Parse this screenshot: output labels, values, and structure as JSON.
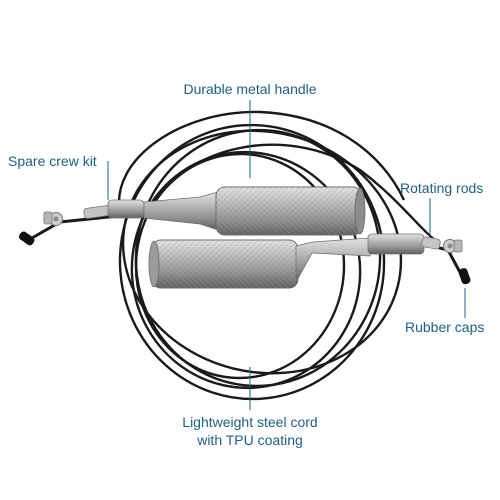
{
  "labels": {
    "handle": "Durable metal handle",
    "spare": "Spare crew kit",
    "rods": "Rotating rods",
    "caps": "Rubber caps",
    "cord_line1": "Lightweight steel cord",
    "cord_line2": "with TPU coating"
  },
  "colors": {
    "label_text": "#1f5f84",
    "leader_line": "#1f5f84",
    "cable": "#1a1a1a",
    "handle_metal": "#a9a9ab",
    "background": "#ffffff"
  }
}
